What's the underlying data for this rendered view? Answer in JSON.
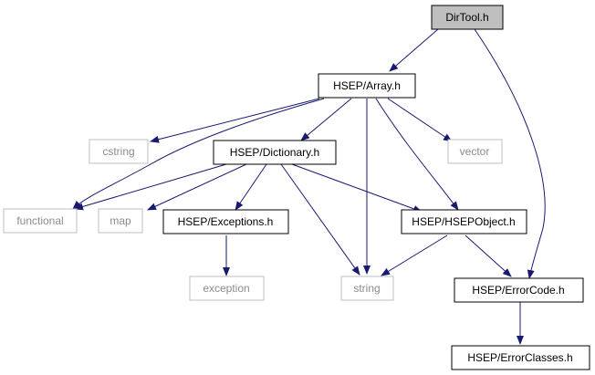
{
  "graph": {
    "colors": {
      "edge": "#191970",
      "arrow": "#191970",
      "documented_border": "#000000",
      "documented_text": "#000000",
      "undocumented_border": "#bfbfbf",
      "undocumented_text": "#8c8c8c",
      "current_fill": "#bfbfbf",
      "default_fill": "#ffffff"
    },
    "nodes": {
      "dirtool": {
        "label": "DirTool.h",
        "kind": "current"
      },
      "array": {
        "label": "HSEP/Array.h",
        "kind": "documented"
      },
      "cstring": {
        "label": "cstring",
        "kind": "external"
      },
      "dictionary": {
        "label": "HSEP/Dictionary.h",
        "kind": "documented"
      },
      "vector": {
        "label": "vector",
        "kind": "external"
      },
      "functional": {
        "label": "functional",
        "kind": "external"
      },
      "map": {
        "label": "map",
        "kind": "external"
      },
      "exceptions": {
        "label": "HSEP/Exceptions.h",
        "kind": "documented"
      },
      "hsepobject": {
        "label": "HSEP/HSEPObject.h",
        "kind": "documented"
      },
      "exception": {
        "label": "exception",
        "kind": "external"
      },
      "string": {
        "label": "string",
        "kind": "external"
      },
      "errorcode": {
        "label": "HSEP/ErrorCode.h",
        "kind": "documented"
      },
      "errorclasses": {
        "label": "HSEP/ErrorClasses.h",
        "kind": "documented"
      }
    },
    "edges": [
      [
        "dirtool",
        "array"
      ],
      [
        "dirtool",
        "errorcode"
      ],
      [
        "array",
        "cstring"
      ],
      [
        "array",
        "dictionary"
      ],
      [
        "array",
        "vector"
      ],
      [
        "array",
        "functional"
      ],
      [
        "array",
        "string"
      ],
      [
        "array",
        "hsepobject"
      ],
      [
        "dictionary",
        "functional"
      ],
      [
        "dictionary",
        "map"
      ],
      [
        "dictionary",
        "exceptions"
      ],
      [
        "dictionary",
        "hsepobject"
      ],
      [
        "dictionary",
        "string"
      ],
      [
        "exceptions",
        "exception"
      ],
      [
        "hsepobject",
        "string"
      ],
      [
        "hsepobject",
        "errorcode"
      ],
      [
        "errorcode",
        "errorclasses"
      ]
    ]
  }
}
